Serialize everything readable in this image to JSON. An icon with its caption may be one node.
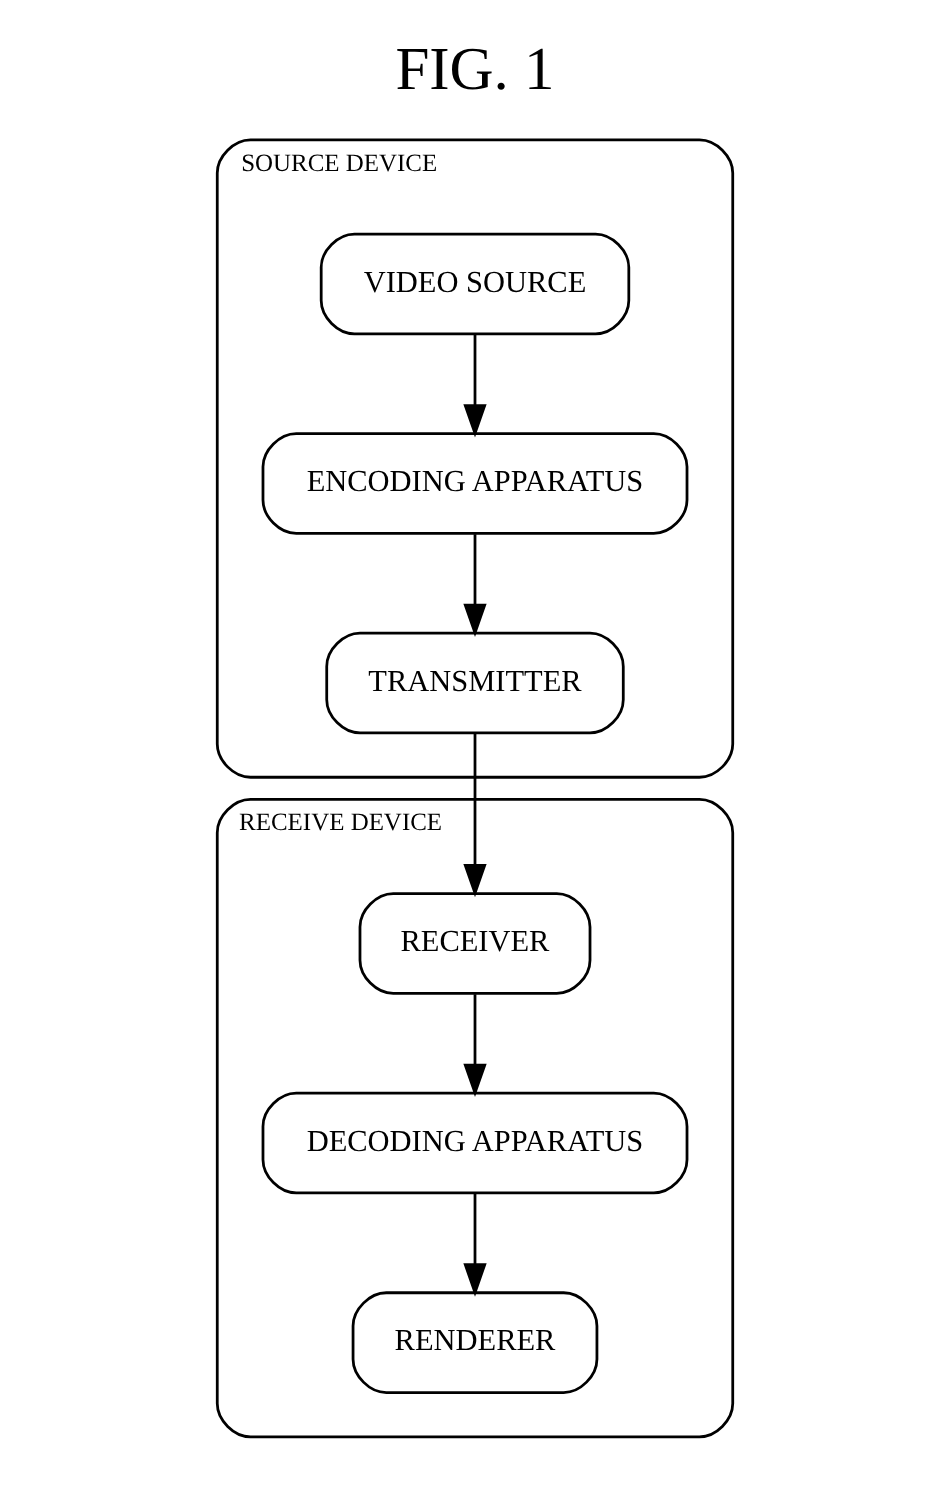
{
  "diagram": {
    "title": "FIG. 1",
    "nodes": [
      {
        "text": [
          "SOURCE DEVICE"
        ]
      },
      {
        "text": [
          "VIDEO SOURCE"
        ],
        "in": 0
      },
      {
        "text": [
          "ENCODING APPARATUS"
        ],
        "in": 0
      },
      {
        "text": [
          "TRANSMITTER"
        ],
        "in": 0
      },
      {
        "text": [
          "RECEIVE DEVICE"
        ]
      },
      {
        "text": [
          "RECEIVER"
        ],
        "in": 4
      },
      {
        "text": [
          "DECODING APPARATUS"
        ],
        "in": 4
      },
      {
        "text": [
          "RENDERER"
        ],
        "in": 4
      }
    ],
    "edges": [
      {
        "from": 1,
        "to": 2,
        "arrow": "to"
      },
      {
        "from": 2,
        "to": 3,
        "arrow": "to"
      },
      {
        "from": 3,
        "to": 5,
        "arrow": "to"
      },
      {
        "from": 5,
        "to": 6,
        "arrow": "to"
      },
      {
        "from": 6,
        "to": 7,
        "arrow": "to"
      }
    ]
  }
}
